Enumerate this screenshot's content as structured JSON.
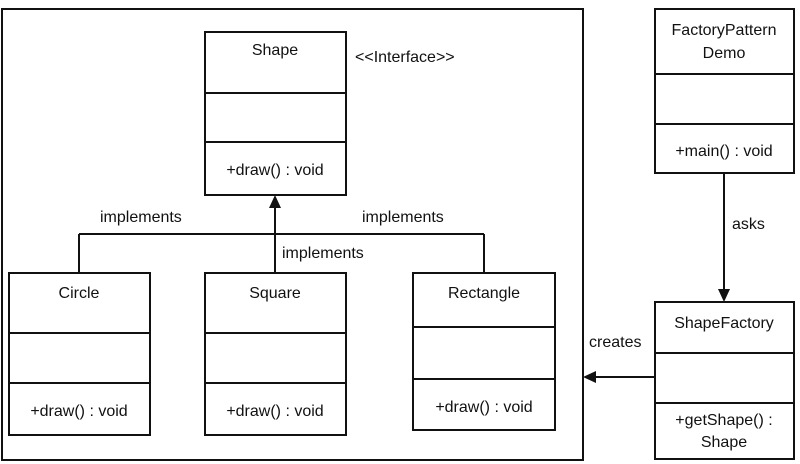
{
  "classes": {
    "shape": {
      "name": "Shape",
      "stereotype": "<<Interface>>",
      "method": "+draw() : void"
    },
    "circle": {
      "name": "Circle",
      "method": "+draw() : void"
    },
    "square": {
      "name": "Square",
      "method": "+draw() : void"
    },
    "rectangle": {
      "name": "Rectangle",
      "method": "+draw() : void"
    },
    "demo": {
      "name_line1": "FactoryPattern",
      "name_line2": "Demo",
      "method": "+main() : void"
    },
    "factory": {
      "name": "ShapeFactory",
      "method_line1": "+getShape() :",
      "method_line2": "Shape"
    }
  },
  "relations": {
    "implements_left": "implements",
    "implements_center": "implements",
    "implements_right": "implements",
    "asks": "asks",
    "creates": "creates"
  }
}
